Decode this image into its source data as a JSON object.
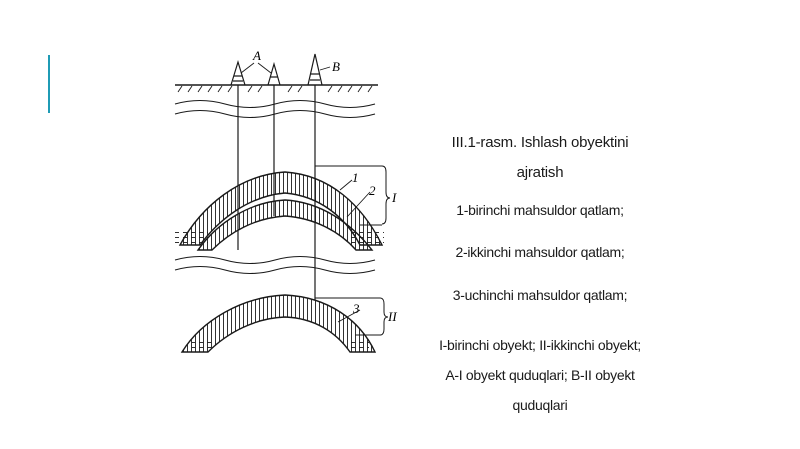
{
  "caption": {
    "title_line1": "III.1-rasm. Ishlash obyektini",
    "title_line2": "ajratish",
    "item1": "1-birinchi mahsuldor qatlam;",
    "item2": "2-ikkinchi mahsuldor qatlam;",
    "item3": "3-uchinchi mahsuldor qatlam;",
    "objects_line1": "I-birinchi obyekt; II-ikkinchi obyekt;",
    "objects_line2": "A-I obyekt quduqlari; B-II obyekt",
    "objects_line3": "quduqlari"
  },
  "diagram": {
    "label_a": "A",
    "label_b": "B",
    "label_1": "1",
    "label_2": "2",
    "label_3": "3",
    "label_I": "I",
    "label_II": "II"
  },
  "colors": {
    "accent": "#1f9bb5",
    "ink": "#1a1a1a"
  }
}
